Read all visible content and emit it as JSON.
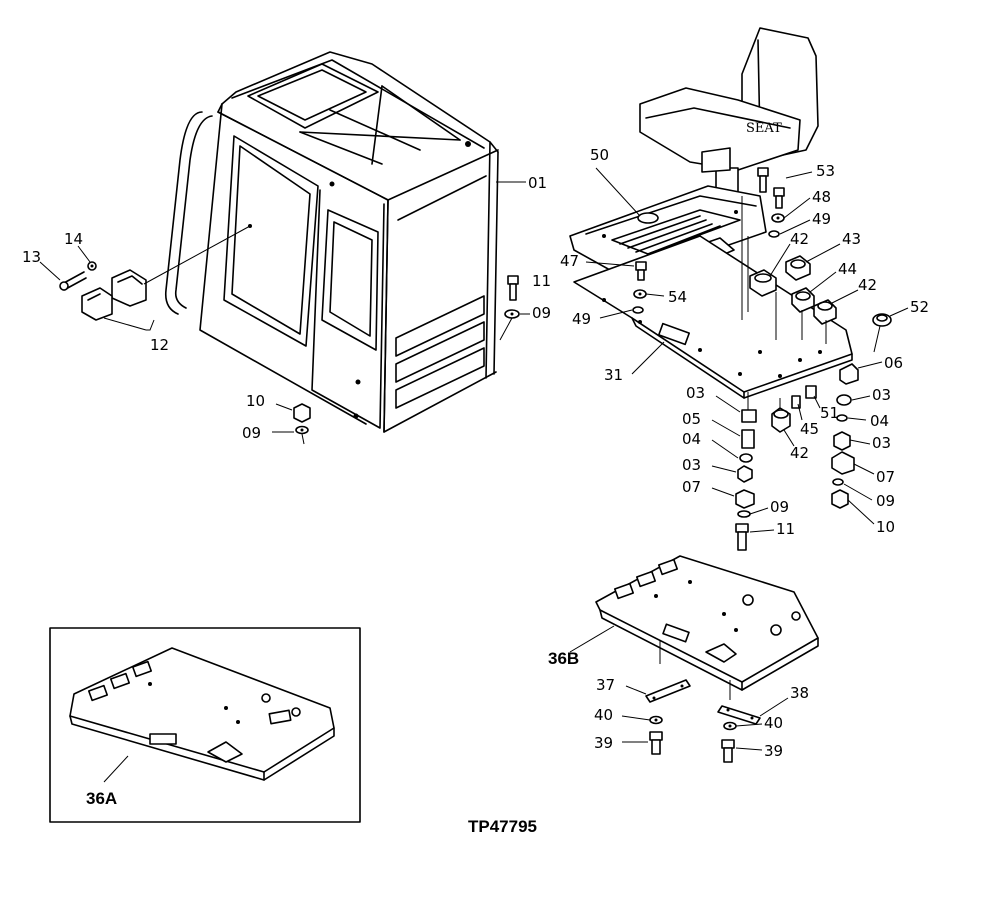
{
  "diagram_id": "TP47795",
  "seat_text": "SEAT",
  "callouts": [
    {
      "id": "c01",
      "text": "01"
    },
    {
      "id": "c13",
      "text": "13"
    },
    {
      "id": "c14",
      "text": "14"
    },
    {
      "id": "c12",
      "text": "12"
    },
    {
      "id": "c11a",
      "text": "11"
    },
    {
      "id": "c09a",
      "text": "09"
    },
    {
      "id": "c10a",
      "text": "10"
    },
    {
      "id": "c09b",
      "text": "09"
    },
    {
      "id": "c50",
      "text": "50"
    },
    {
      "id": "c53",
      "text": "53"
    },
    {
      "id": "c48",
      "text": "48"
    },
    {
      "id": "c49a",
      "text": "49"
    },
    {
      "id": "c42a",
      "text": "42"
    },
    {
      "id": "c43",
      "text": "43"
    },
    {
      "id": "c47",
      "text": "47"
    },
    {
      "id": "c44",
      "text": "44"
    },
    {
      "id": "c42b",
      "text": "42"
    },
    {
      "id": "c54",
      "text": "54"
    },
    {
      "id": "c52",
      "text": "52"
    },
    {
      "id": "c49b",
      "text": "49"
    },
    {
      "id": "c31",
      "text": "31"
    },
    {
      "id": "c06",
      "text": "06"
    },
    {
      "id": "c03a",
      "text": "03"
    },
    {
      "id": "c03b",
      "text": "03"
    },
    {
      "id": "c51",
      "text": "51"
    },
    {
      "id": "c04a",
      "text": "04"
    },
    {
      "id": "c05",
      "text": "05"
    },
    {
      "id": "c45",
      "text": "45"
    },
    {
      "id": "c42c",
      "text": "42"
    },
    {
      "id": "c03c",
      "text": "03"
    },
    {
      "id": "c04b",
      "text": "04"
    },
    {
      "id": "c07a",
      "text": "07"
    },
    {
      "id": "c03d",
      "text": "03"
    },
    {
      "id": "c09c",
      "text": "09"
    },
    {
      "id": "c07b",
      "text": "07"
    },
    {
      "id": "c09d",
      "text": "09"
    },
    {
      "id": "c10b",
      "text": "10"
    },
    {
      "id": "c11b",
      "text": "11"
    },
    {
      "id": "c36B",
      "text": "36B"
    },
    {
      "id": "c37",
      "text": "37"
    },
    {
      "id": "c38",
      "text": "38"
    },
    {
      "id": "c40a",
      "text": "40"
    },
    {
      "id": "c40b",
      "text": "40"
    },
    {
      "id": "c39a",
      "text": "39"
    },
    {
      "id": "c39b",
      "text": "39"
    },
    {
      "id": "c36A",
      "text": "36A"
    }
  ]
}
